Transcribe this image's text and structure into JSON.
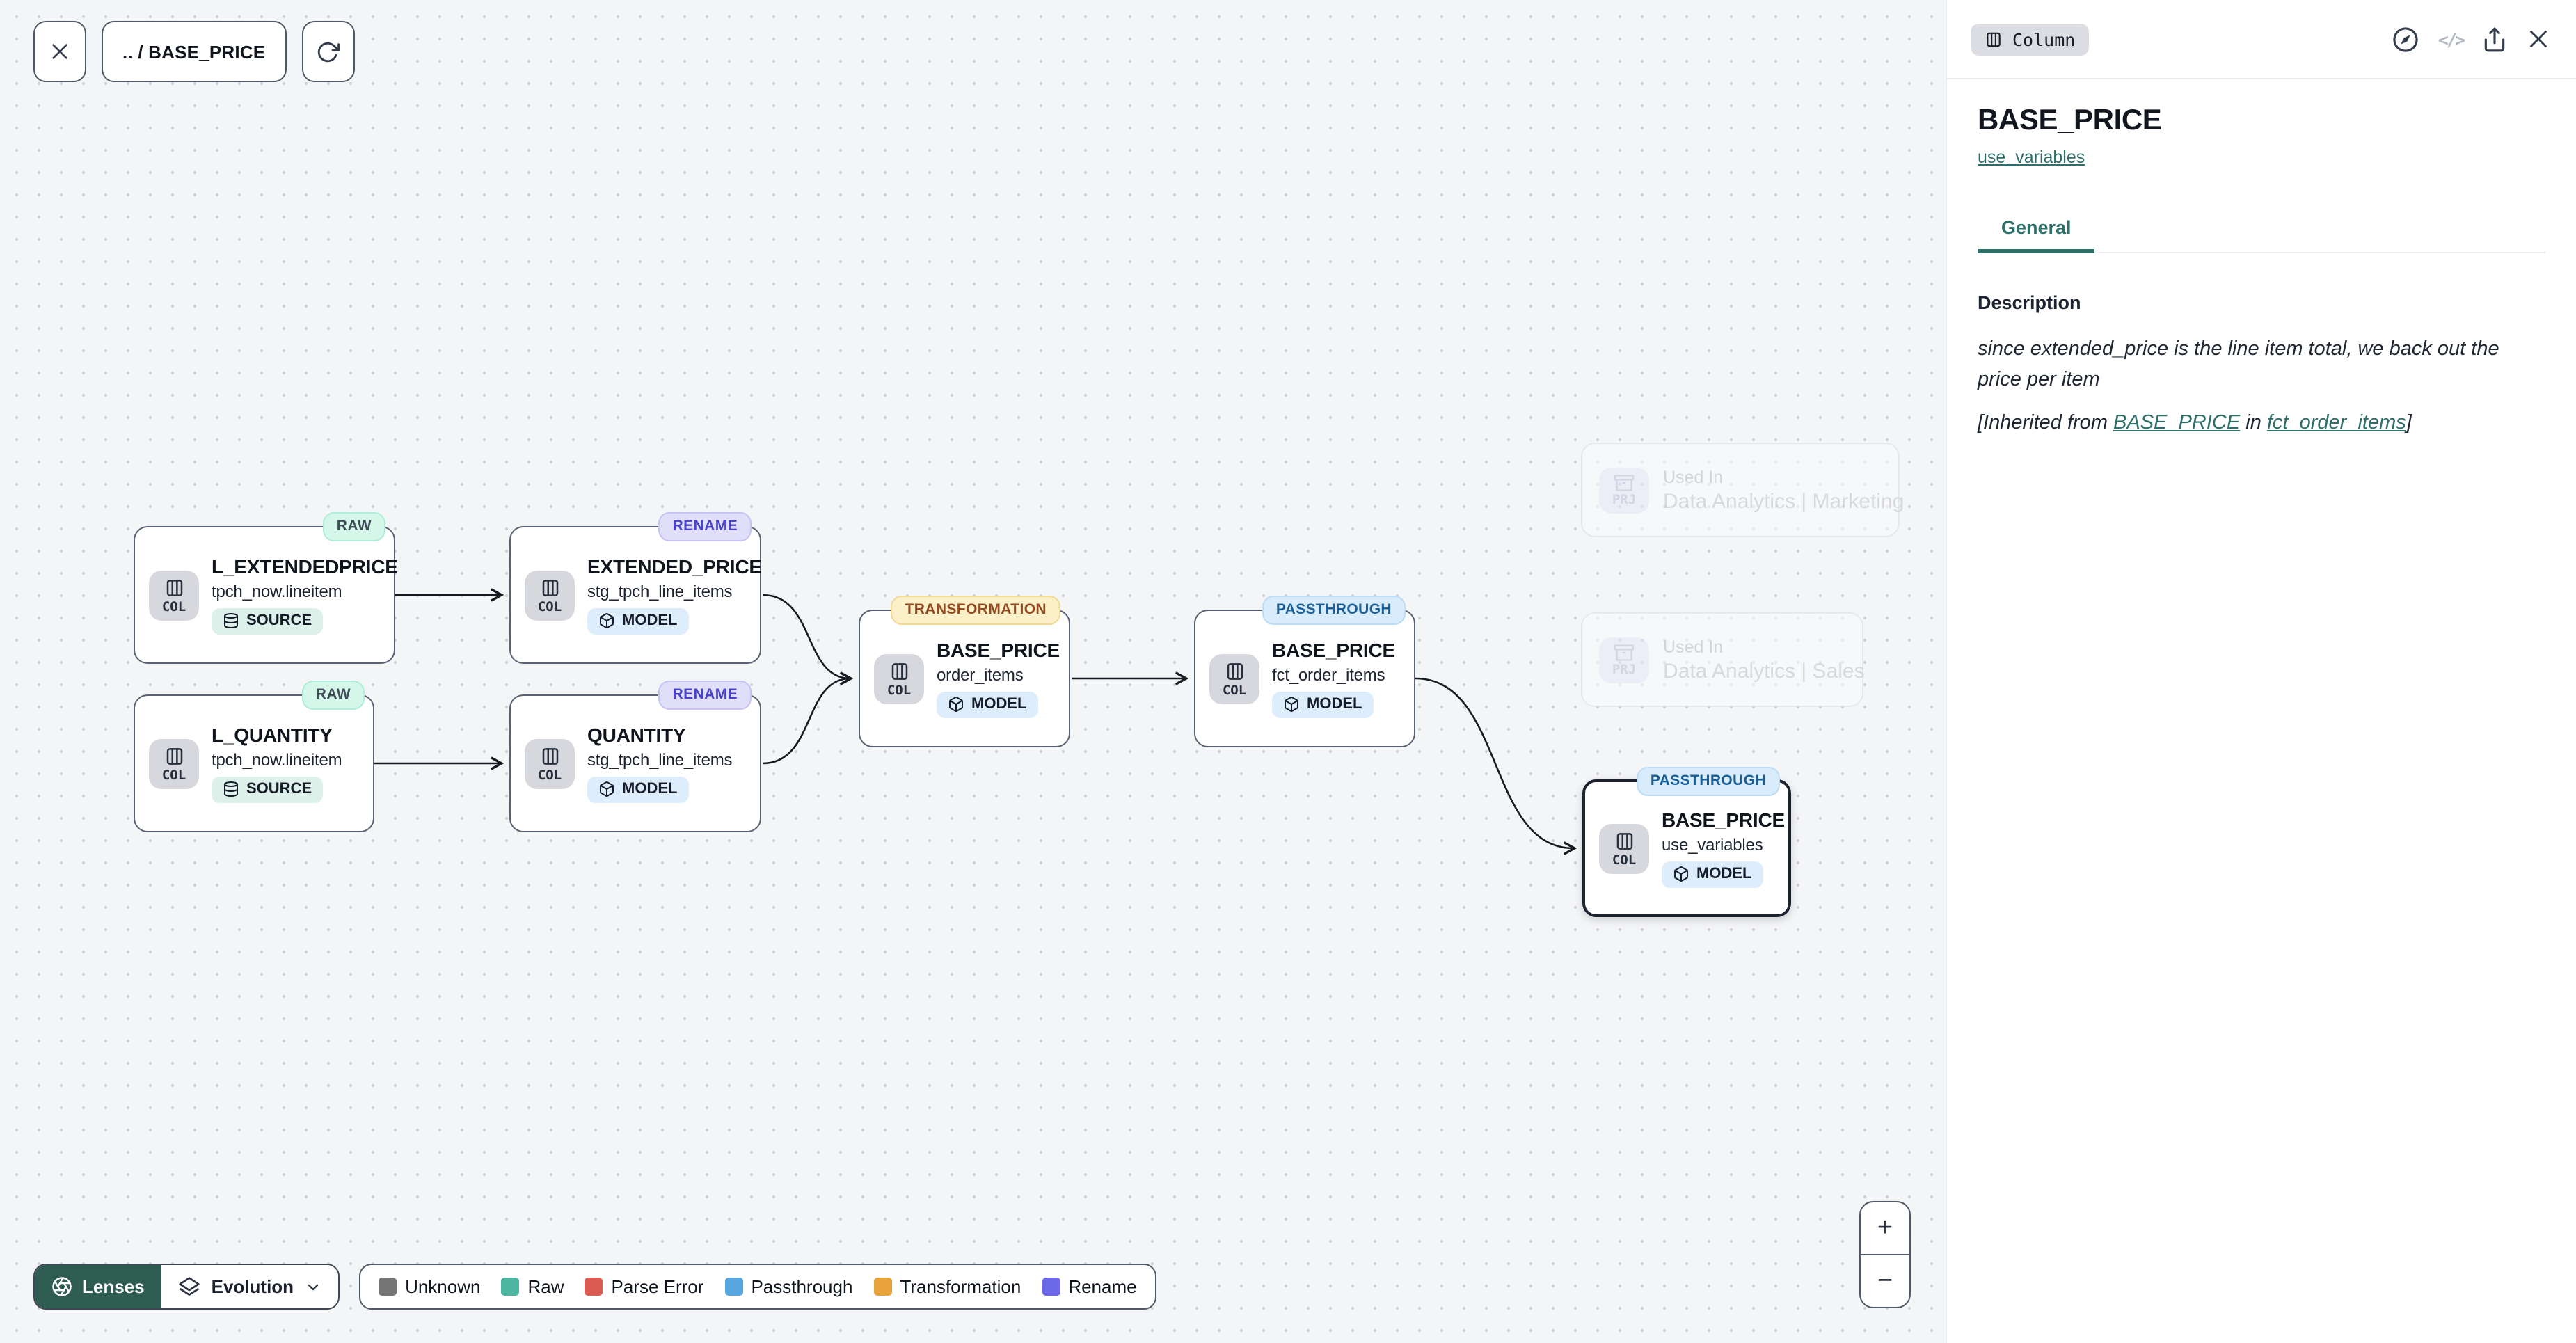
{
  "toolbar": {
    "breadcrumb": ".. / BASE_PRICE"
  },
  "nodes": [
    {
      "badge": "RAW",
      "title": "L_EXTENDEDPRICE",
      "subtitle": "tpch_now.lineitem",
      "type_chip": "SOURCE",
      "col_label": "COL"
    },
    {
      "badge": "RENAME",
      "title": "EXTENDED_PRICE",
      "subtitle": "stg_tpch_line_items",
      "type_chip": "MODEL",
      "col_label": "COL"
    },
    {
      "badge": "RAW",
      "title": "L_QUANTITY",
      "subtitle": "tpch_now.lineitem",
      "type_chip": "SOURCE",
      "col_label": "COL"
    },
    {
      "badge": "RENAME",
      "title": "QUANTITY",
      "subtitle": "stg_tpch_line_items",
      "type_chip": "MODEL",
      "col_label": "COL"
    },
    {
      "badge": "TRANSFORMATION",
      "title": "BASE_PRICE",
      "subtitle": "order_items",
      "type_chip": "MODEL",
      "col_label": "COL"
    },
    {
      "badge": "PASSTHROUGH",
      "title": "BASE_PRICE",
      "subtitle": "fct_order_items",
      "type_chip": "MODEL",
      "col_label": "COL"
    },
    {
      "badge": "PASSTHROUGH",
      "title": "BASE_PRICE",
      "subtitle": "use_variables",
      "type_chip": "MODEL",
      "col_label": "COL"
    }
  ],
  "phantom_nodes": [
    {
      "icon_label": "PRJ",
      "kicker": "Used In",
      "name": "Data Analytics | Marketing"
    },
    {
      "icon_label": "PRJ",
      "kicker": "Used In",
      "name": "Data Analytics | Sales"
    }
  ],
  "footer": {
    "lenses_label": "Lenses",
    "mode_label": "Evolution",
    "legend": [
      {
        "label": "Unknown",
        "color": "#757575"
      },
      {
        "label": "Raw",
        "color": "#4db6a0"
      },
      {
        "label": "Parse Error",
        "color": "#d95b51"
      },
      {
        "label": "Passthrough",
        "color": "#58a6e0"
      },
      {
        "label": "Transformation",
        "color": "#e8a33c"
      },
      {
        "label": "Rename",
        "color": "#6d68e8"
      }
    ]
  },
  "zoom_controls": {
    "zoom_in": "+",
    "zoom_out": "−"
  },
  "panel": {
    "type_badge": "Column",
    "title": "BASE_PRICE",
    "model_link": "use_variables",
    "tabs": [
      {
        "label": "General"
      }
    ],
    "description": {
      "heading": "Description",
      "body": "since extended_price is the line item total, we back out the price per item",
      "inherited_prefix": "[Inherited from ",
      "inherited_link_column": "BASE_PRICE",
      "inherited_infix": " in ",
      "inherited_link_model": "fct_order_items",
      "inherited_suffix": "]"
    }
  },
  "colors": {
    "accent_teal": "#2f6f69",
    "lenses_bg": "#2e5c50"
  }
}
